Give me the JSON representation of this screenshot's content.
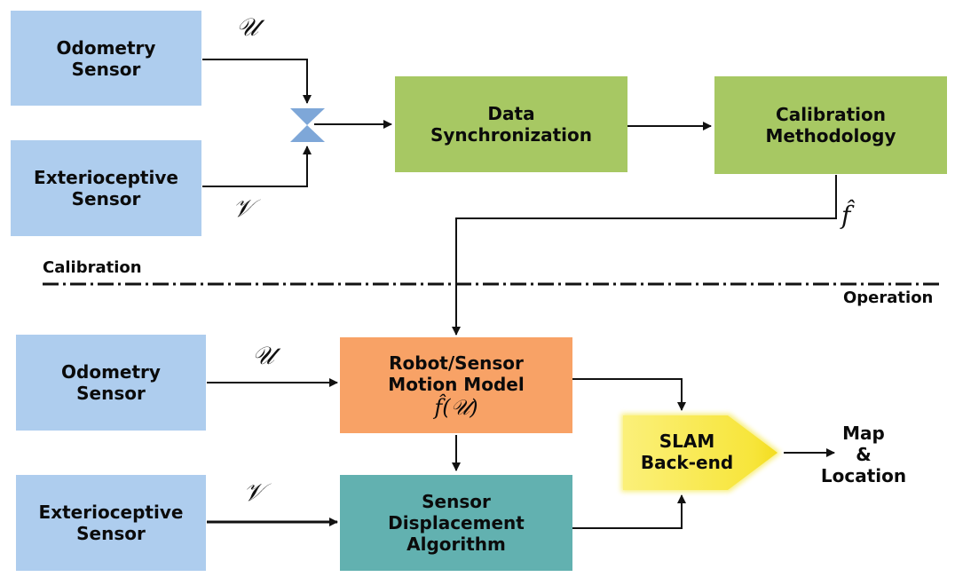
{
  "calibration": {
    "odometry_sensor": [
      "Odometry",
      "Sensor"
    ],
    "exterioceptive_sensor": [
      "Exterioceptive",
      "Sensor"
    ],
    "data_synchronization": [
      "Data",
      "Synchronization"
    ],
    "calibration_methodology": [
      "Calibration",
      "Methodology"
    ],
    "symbol_u": "𝒰",
    "symbol_v": "𝒱",
    "symbol_f_hat": "f̂"
  },
  "divider": {
    "calibration_label": "Calibration",
    "operation_label": "Operation"
  },
  "operation": {
    "odometry_sensor": [
      "Odometry",
      "Sensor"
    ],
    "exterioceptive_sensor": [
      "Exterioceptive",
      "Sensor"
    ],
    "motion_model": [
      "Robot/Sensor",
      "Motion Model"
    ],
    "motion_model_formula": "f̂(𝒰)",
    "displacement_algorithm": [
      "Sensor",
      "Displacement",
      "Algorithm"
    ],
    "slam_backend": [
      "SLAM",
      "Back-end"
    ],
    "output": [
      "Map",
      "&",
      "Location"
    ],
    "symbol_u": "𝒰",
    "symbol_v": "𝒱"
  },
  "colors": {
    "sensor_box": "#aecdee",
    "process_box": "#a7c863",
    "motion_model_box": "#f8a266",
    "displacement_box": "#62b1b0",
    "slam_box": "#fbee5c"
  }
}
